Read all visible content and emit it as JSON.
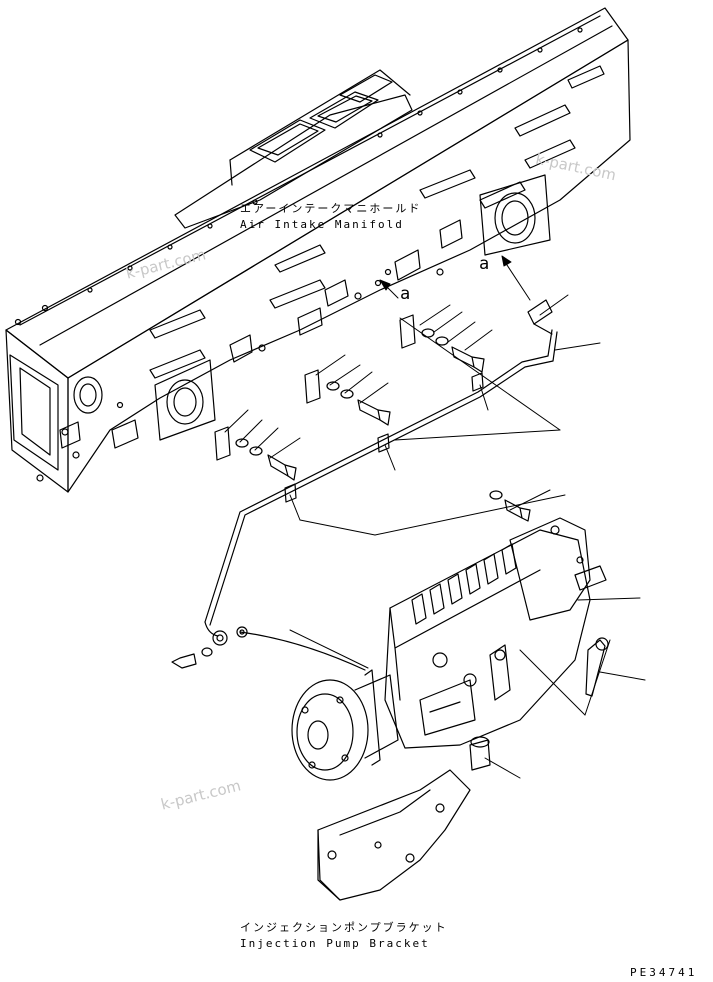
{
  "labels": {
    "manifold_jp": "エアーインテークマニホールド",
    "manifold_en": "Air Intake Manifold",
    "bracket_jp": "インジェクションポンプブラケット",
    "bracket_en": "Injection Pump Bracket",
    "ref_a_1": "a",
    "ref_a_2": "a",
    "drawing_code": "PE34741"
  },
  "watermarks": [
    "k-part.com",
    "k-part.com",
    "k-part.com"
  ],
  "colors": {
    "line": "#000000",
    "watermark": "#c8c8c8",
    "background": "#ffffff"
  }
}
